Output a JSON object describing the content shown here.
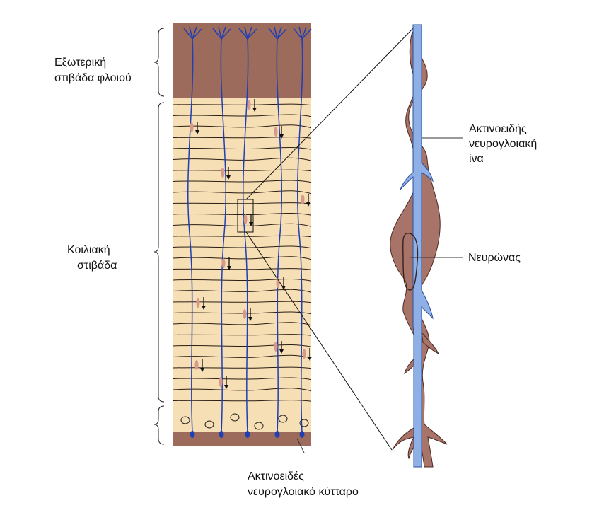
{
  "labels": {
    "outer_layer": [
      "Εξωτερική",
      "στιβάδα φλοιού"
    ],
    "ventricular_layer": [
      "Κοιλιακή",
      "στιβάδα"
    ],
    "radial_glia_fiber": [
      "Ακτινοειδής",
      "νευρογλοιακή",
      "ίνα"
    ],
    "neuron": "Νευρώνας",
    "radial_glia_cell": [
      "Ακτινοειδές",
      "νευρογλοιακό κύτταρο"
    ]
  },
  "colors": {
    "outer_layer_fill": "#9c6b5c",
    "middle_layer_fill": "#f7dfb5",
    "fiber_blue": "#1f3fb5",
    "neuron_fill": "#a8746a",
    "glia_fiber_fill": "#8fb0e6"
  }
}
